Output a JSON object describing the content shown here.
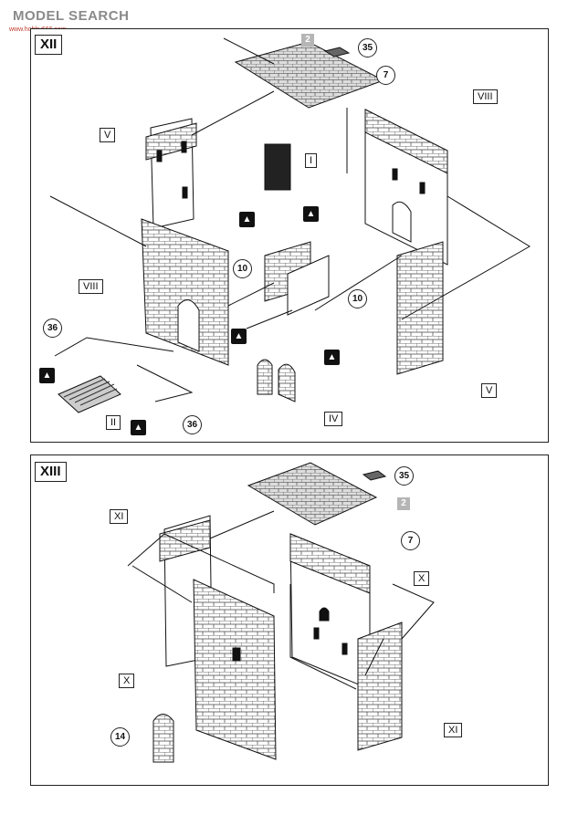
{
  "watermark": {
    "text": "MODEL SEARCH",
    "url": "www.hobby666.com"
  },
  "panels": [
    {
      "step": "XII",
      "part_labels": [
        "V",
        "I",
        "VIII",
        "VIII",
        "II",
        "IV",
        "V"
      ],
      "part_numbers": [
        "35",
        "7",
        "10",
        "10",
        "36",
        "36"
      ],
      "sheet_ref": "2"
    },
    {
      "step": "XIII",
      "part_labels": [
        "XI",
        "X",
        "X",
        "XI"
      ],
      "part_numbers": [
        "35",
        "7",
        "14"
      ],
      "sheet_ref": "2"
    }
  ],
  "glue_icon": "glue-tube-icon",
  "colors": {
    "ink": "#111111",
    "grey_tab": "#b5b5b5"
  }
}
